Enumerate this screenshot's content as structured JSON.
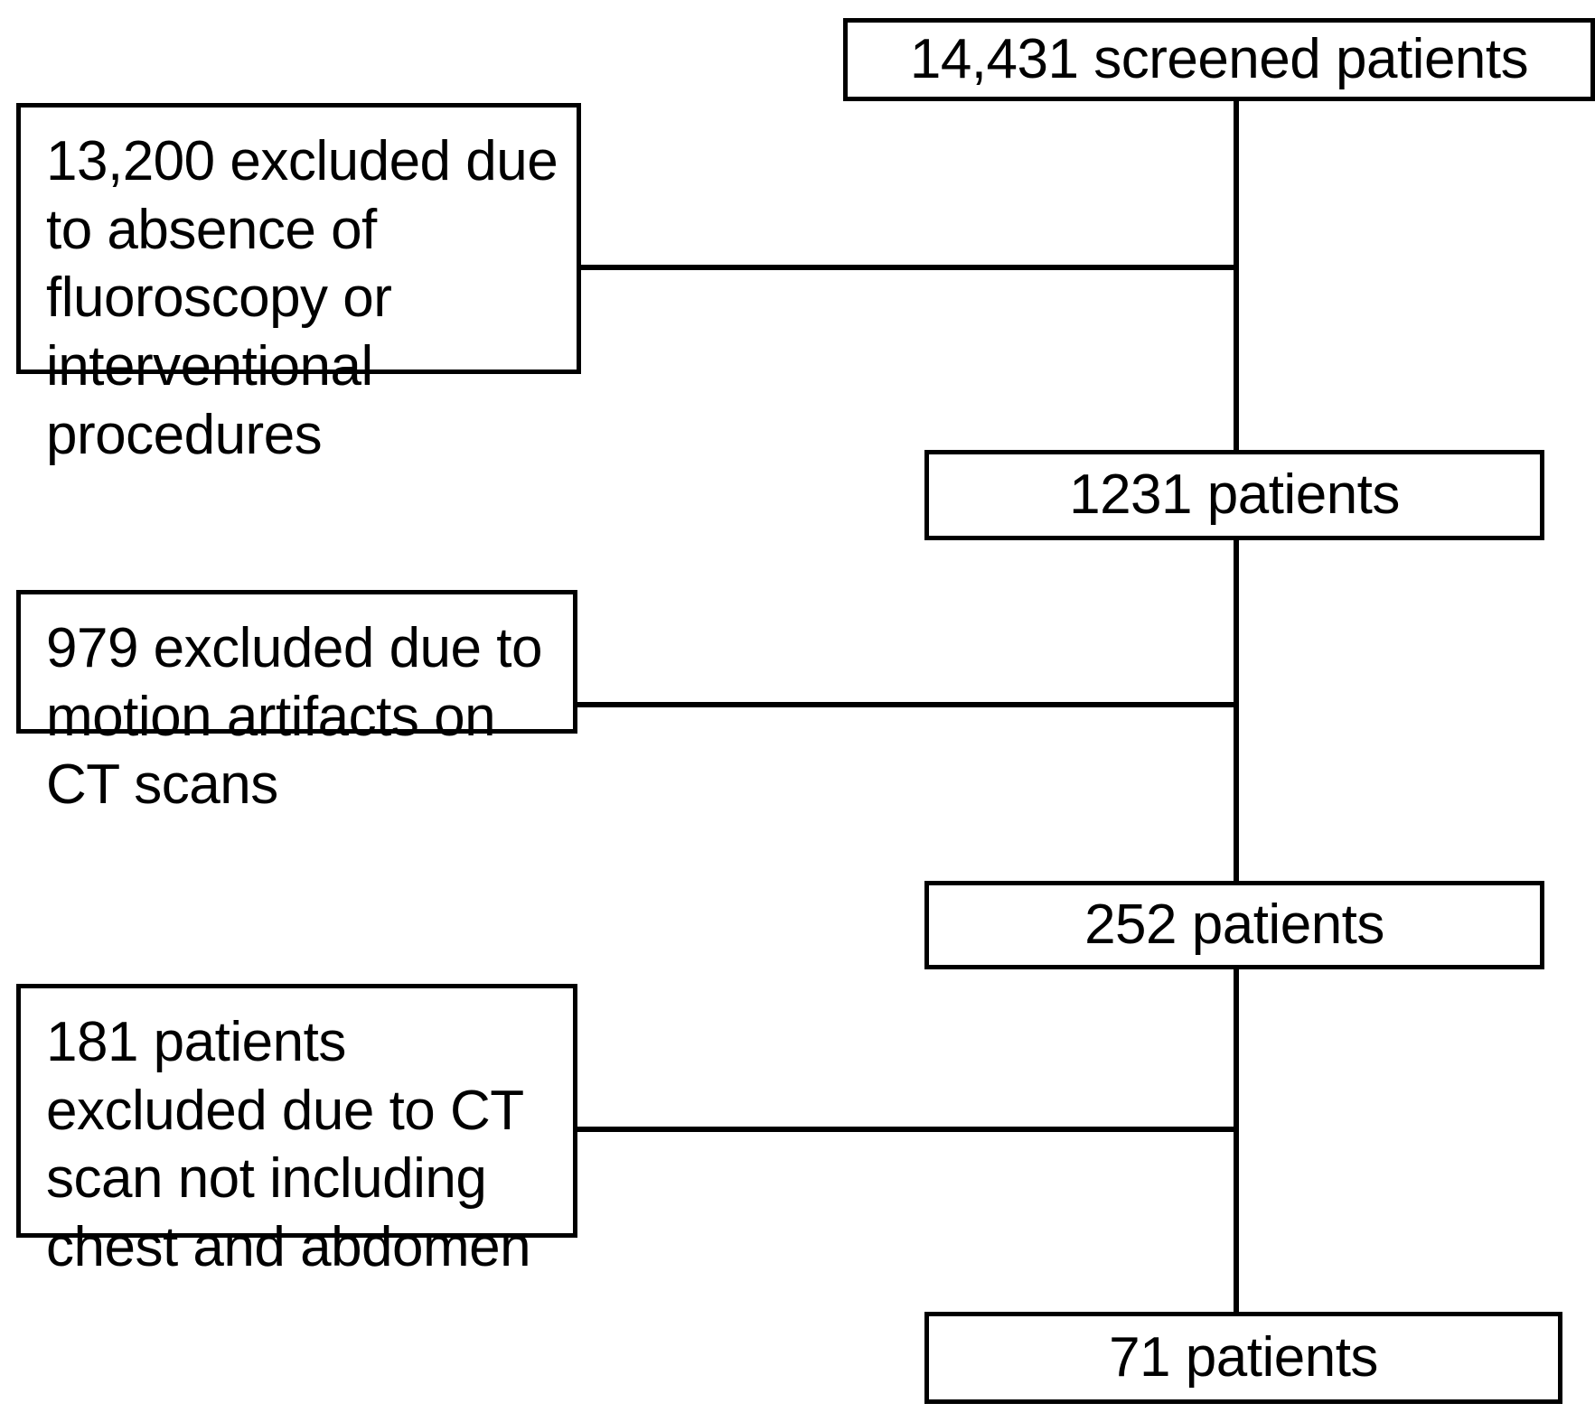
{
  "diagram": {
    "type": "patient-selection-flowchart",
    "orientation": "top-to-bottom",
    "line_color": "#000000",
    "box_border_color": "#000000",
    "background_color": "#ffffff",
    "text_color": "#000000"
  },
  "main_nodes": [
    {
      "id": "screened",
      "label": "14,431 screened patients",
      "count": 14431
    },
    {
      "id": "stage1",
      "label": "1231 patients",
      "count": 1231
    },
    {
      "id": "stage2",
      "label": "252 patients",
      "count": 252
    },
    {
      "id": "final",
      "label": "71 patients",
      "count": 71
    }
  ],
  "exclusion_nodes": [
    {
      "id": "excl1",
      "label": "13,200 excluded due to absence of fluoroscopy or interventional procedures",
      "count": 13200,
      "reason": "absence of fluoroscopy or interventional procedures"
    },
    {
      "id": "excl2",
      "label": "979 excluded due to motion artifacts on CT scans",
      "count": 979,
      "reason": "motion artifacts on CT scans"
    },
    {
      "id": "excl3",
      "label": "181 patients excluded due to CT scan not including chest and abdomen",
      "count": 181,
      "reason": "CT scan not including chest and abdomen"
    }
  ],
  "edges": [
    {
      "from": "screened",
      "to": "stage1",
      "branch_to": "excl1"
    },
    {
      "from": "stage1",
      "to": "stage2",
      "branch_to": "excl2"
    },
    {
      "from": "stage2",
      "to": "final",
      "branch_to": "excl3"
    }
  ]
}
